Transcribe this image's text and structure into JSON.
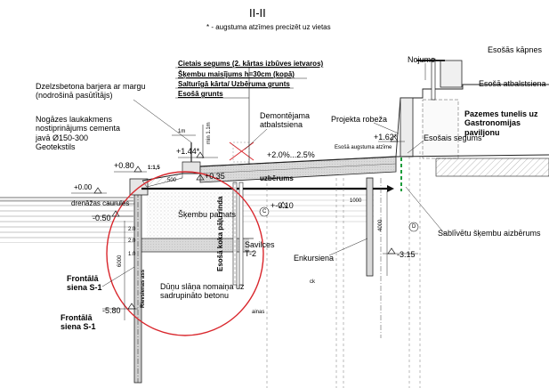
{
  "title": "II-II",
  "subtitle": "* - augstuma atzīmes precizēt uz vietas",
  "layers": {
    "l1": "Cietais segums (2. kārtas izbūves ietvaros)",
    "l2": "Šķembu maisījums h=30cm (kopā)",
    "l3": "Salturīgā kārta/ Uzbēruma grunts",
    "l4": "Esošā grunts"
  },
  "labels": {
    "barrier": "Dzelzsbetona barjera ar margu (nodrošinā pasūtītājs)",
    "slope": "Nogāzes laukakmens nostiprinājums cementa javā Ø150-300 Geotekstils",
    "demolish": "Demontējama atbalstsiena",
    "project_boundary": "Projekta robeža",
    "existing_level": "Esošā augstuma atzīme",
    "existing_pavement": "Esošais segums",
    "nojume": "Nojume",
    "chapel": "Esošās kāpnes",
    "retaining": "Esošā atbalstsiena",
    "tunnel": "Pazemes tunelis uz Gastronomijas paviljonu",
    "compacted": "Sablīvētu šķembu aizbērums",
    "anchor": "Enkursiena",
    "pile_row": "Esošā koka pāļu rinda",
    "gravel_base": "Šķembu pamats",
    "dune": "Dūņu slāņa nomaiņa uz sadrupināto betonu",
    "front_wall_1": "Frontālā siena S-1",
    "front_wall_2": "Frontālā siena S-1",
    "tie_rod": "Savilces T-2",
    "drains": "drenāžas caurules",
    "fill": "uzbērums",
    "pile_axis": "Rievsienas ass",
    "ainas": "ainas",
    "ck": "ck"
  },
  "levels": {
    "l_144": "+1.44*",
    "l_080": "+0.80",
    "l_035": "+0.35",
    "l_000": "+0.00",
    "l_010": "+-0.10",
    "l_050": "-0.50",
    "l_162": "+1.62*",
    "l_315": "-3.15",
    "l_580": "-5.80"
  },
  "dims": {
    "d_1m": "1m",
    "d_min": "min 1.1m",
    "d_slope": "+2.0%...2.5%",
    "d_6000": "6000",
    "d_4000": "4000",
    "d_1000": "1000",
    "d_500": "500",
    "d_115": "1:1,5",
    "d_20a": "2.0",
    "d_20b": "2.0",
    "d_10": "1.0"
  },
  "markers": {
    "c": "C",
    "d": "D"
  }
}
